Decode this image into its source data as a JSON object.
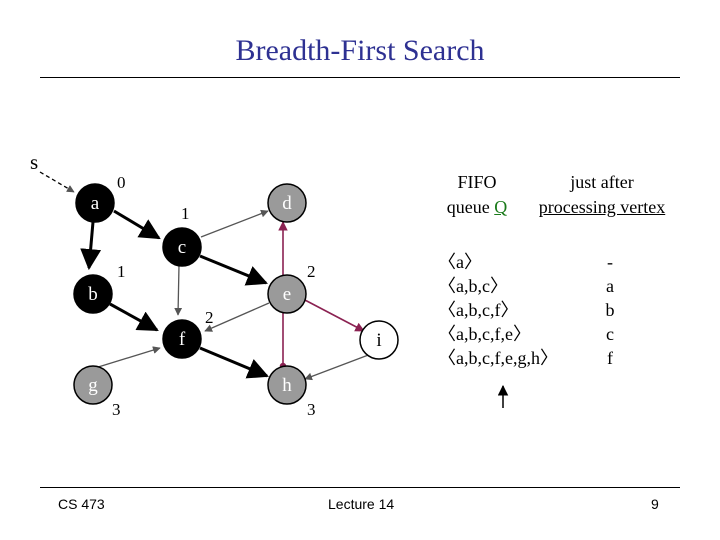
{
  "slide": {
    "title": "Breadth-First Search",
    "footer_left": "CS 473",
    "footer_center": "Lecture 14",
    "footer_right": "9"
  },
  "graph": {
    "source_label": "s",
    "vertices": [
      {
        "id": "a",
        "label": "a",
        "distance": "0"
      },
      {
        "id": "b",
        "label": "b",
        "distance": "1"
      },
      {
        "id": "c",
        "label": "c",
        "distance": "1"
      },
      {
        "id": "d",
        "label": "d",
        "distance": ""
      },
      {
        "id": "e",
        "label": "e",
        "distance": "2"
      },
      {
        "id": "f",
        "label": "f",
        "distance": "2"
      },
      {
        "id": "g",
        "label": "g",
        "distance": "3"
      },
      {
        "id": "h",
        "label": "h",
        "distance": "3"
      },
      {
        "id": "i",
        "label": "i",
        "distance": ""
      }
    ],
    "edges": [
      {
        "from": "a",
        "to": "b",
        "style": "tree"
      },
      {
        "from": "a",
        "to": "c",
        "style": "tree"
      },
      {
        "from": "c",
        "to": "d",
        "style": "normal"
      },
      {
        "from": "c",
        "to": "e",
        "style": "tree"
      },
      {
        "from": "c",
        "to": "f",
        "style": "normal"
      },
      {
        "from": "b",
        "to": "f",
        "style": "tree"
      },
      {
        "from": "e",
        "to": "f",
        "style": "normal"
      },
      {
        "from": "f",
        "to": "h",
        "style": "tree"
      },
      {
        "from": "g",
        "to": "f",
        "style": "normal"
      },
      {
        "from": "h",
        "to": "d",
        "style": "highlight"
      },
      {
        "from": "e",
        "to": "i",
        "style": "highlight"
      },
      {
        "from": "i",
        "to": "h",
        "style": "normal"
      }
    ],
    "colors": {
      "vertex": "#000000",
      "tree_edge": "#000000",
      "highlight_edge": "#8b2252",
      "distance_text": "#000000"
    }
  },
  "table": {
    "queue_header_line1": "FIFO",
    "queue_header_line2_prefix": "queue ",
    "queue_header_symbol": "Q",
    "processed_header_line1": "just after",
    "processed_header_line2": "processing vertex",
    "queue_states": [
      "〈a〉",
      "〈a,b,c〉",
      "〈a,b,c,f〉",
      "〈a,b,c,f,e〉",
      "〈a,b,c,f,e,g,h〉"
    ],
    "processed": [
      "-",
      "a",
      "b",
      "c",
      "f"
    ]
  }
}
